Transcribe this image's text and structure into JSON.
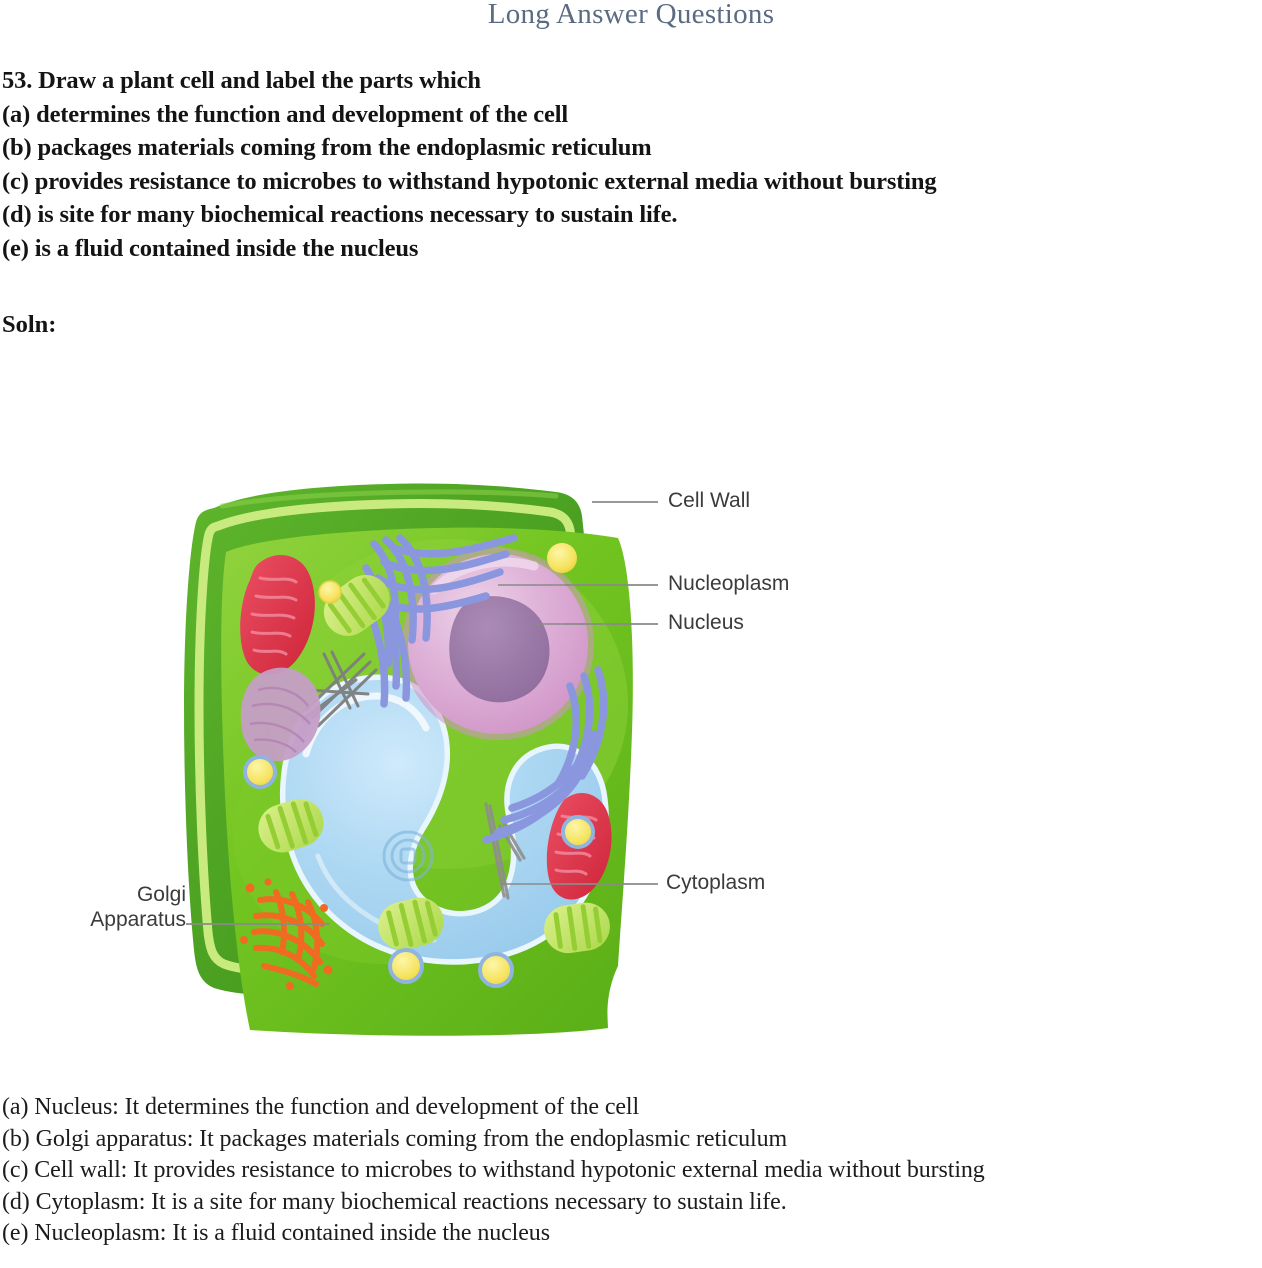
{
  "page": {
    "heading": "Long Answer Questions",
    "heading_color": "#5a6b82",
    "background_color": "#ffffff"
  },
  "question": {
    "lines": [
      "53. Draw a plant cell and label the parts which",
      "(a) determines the function and development of the cell",
      "(b) packages materials coming from the endoplasmic reticulum",
      "(c) provides resistance to microbes to withstand hypotonic external media without bursting",
      "(d) is site for many biochemical reactions necessary to sustain life.",
      "(e) is a fluid contained inside the nucleus"
    ]
  },
  "solution": {
    "label": "Soln:"
  },
  "diagram": {
    "title": "plant-cell-diagram",
    "labels": [
      {
        "id": "cell-wall",
        "text": "Cell Wall"
      },
      {
        "id": "nucleoplasm",
        "text": "Nucleoplasm"
      },
      {
        "id": "nucleus",
        "text": "Nucleus"
      },
      {
        "id": "cytoplasm",
        "text": "Cytoplasm"
      },
      {
        "id": "golgi-apparatus-line1",
        "text": "Golgi"
      },
      {
        "id": "golgi-apparatus-line2",
        "text": "Apparatus"
      }
    ],
    "colors": {
      "cell_wall_outer": "#4fa424",
      "cell_wall_mid": "#63b72a",
      "cell_membrane": "#c6e878",
      "cytoplasm": "#6dc11d",
      "cytoplasm_light": "#8ed13a",
      "nucleus": "#dcaed6",
      "nucleus_rim": "#cf93c6",
      "nucleolus": "#9d7aa8",
      "endoplasmic_reticulum": "#8a97df",
      "mitochondrion": "#e03a50",
      "chloroplast": "#cbe77a",
      "chloroplast_stripe": "#9ccf3c",
      "vacuole": "#a9d6f2",
      "vacuole_rim": "#eaf6fd",
      "golgi": "#f06a22",
      "vesicle": "#f7e96a",
      "vesicle_rim": "#7fa8de",
      "lysosome": "#c9a0c8",
      "microtubule": "#8b8b8b",
      "leader_line": "#7a7a7a",
      "label_text": "#3b3b3b"
    }
  },
  "answers": {
    "lines": [
      "(a) Nucleus: It determines the function and development of the cell",
      "(b) Golgi apparatus: It packages materials coming from the endoplasmic reticulum",
      "(c) Cell wall: It provides resistance to microbes to withstand hypotonic external media without bursting",
      "(d) Cytoplasm: It is a site for many biochemical reactions necessary to sustain life.",
      "(e) Nucleoplasm: It is a fluid contained inside the nucleus"
    ]
  }
}
